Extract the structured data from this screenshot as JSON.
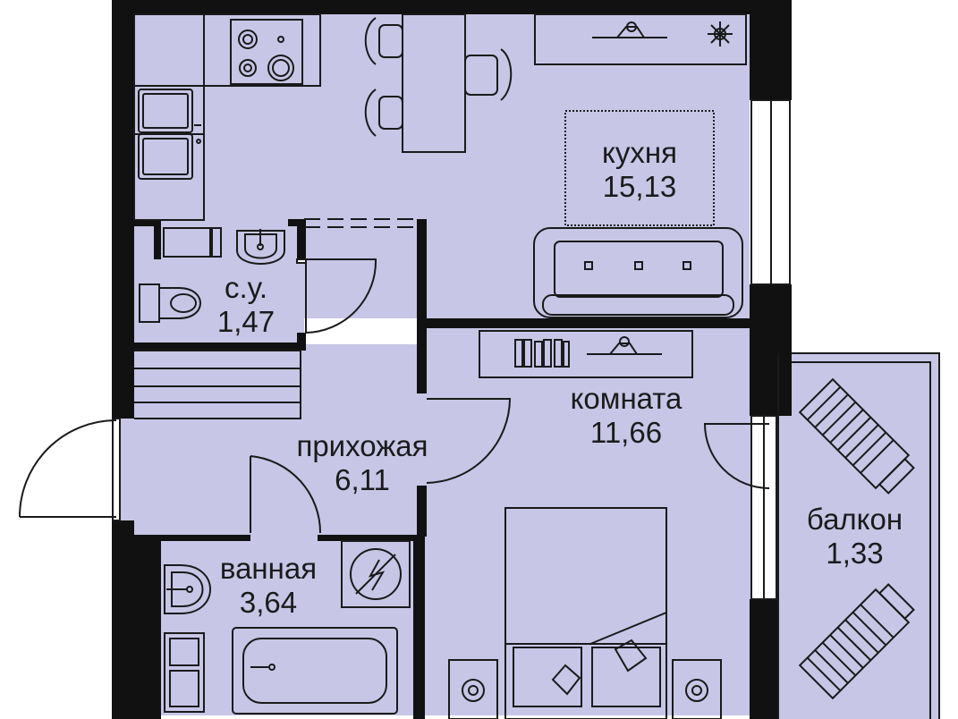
{
  "colors": {
    "floor": "#c7c6e6",
    "wall": "#111111",
    "outline": "#1a1a1a",
    "paper": "#ffffff"
  },
  "rooms": {
    "kitchen": {
      "name": "кухня",
      "area": "15,13"
    },
    "wc": {
      "name": "с.у.",
      "area": "1,47"
    },
    "living": {
      "name": "комната",
      "area": "11,66"
    },
    "hall": {
      "name": "прихожая",
      "area": "6,11"
    },
    "bath": {
      "name": "ванная",
      "area": "3,64"
    },
    "balcony": {
      "name": "балкон",
      "area": "1,33"
    }
  },
  "icons": [
    "stove-icon",
    "sink-icon",
    "toilet-icon",
    "washbasin-icon",
    "bathtub-icon",
    "boiler-icon",
    "sofa-icon",
    "bed-icon",
    "chair-icon",
    "tv-icon",
    "plant-icon",
    "sunlounger-icon",
    "door-swing-icon",
    "books-icon",
    "lamp-icon"
  ]
}
